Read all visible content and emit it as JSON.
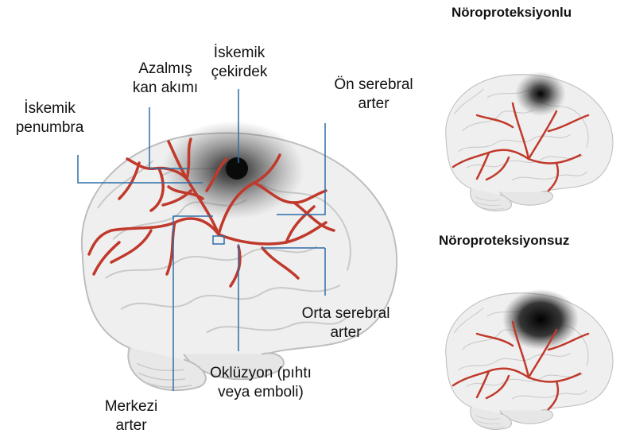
{
  "titles": {
    "with": "Nöroproteksiyonlu",
    "without": "Nöroproteksiyonsuz"
  },
  "labels": {
    "ischemic_core": [
      "İskemik",
      "çekirdek"
    ],
    "reduced_flow": [
      "Azalmış",
      "kan akımı"
    ],
    "penumbra": [
      "İskemik",
      "penumbra"
    ],
    "anterior_cerebral": [
      "Ön serebral",
      "arter"
    ],
    "middle_cerebral": [
      "Orta serebral",
      "arter"
    ],
    "occlusion": [
      "Oklüzyon (pıhtı",
      "veya emboli)"
    ],
    "central_artery": [
      "Merkezi",
      "arter"
    ]
  },
  "colors": {
    "brain_fill": "#eeeeee",
    "brain_edge": "#bdbdbd",
    "artery": "#c0392b",
    "leader_line": "#2e6fa8",
    "lesion": "#1a1a1a"
  }
}
